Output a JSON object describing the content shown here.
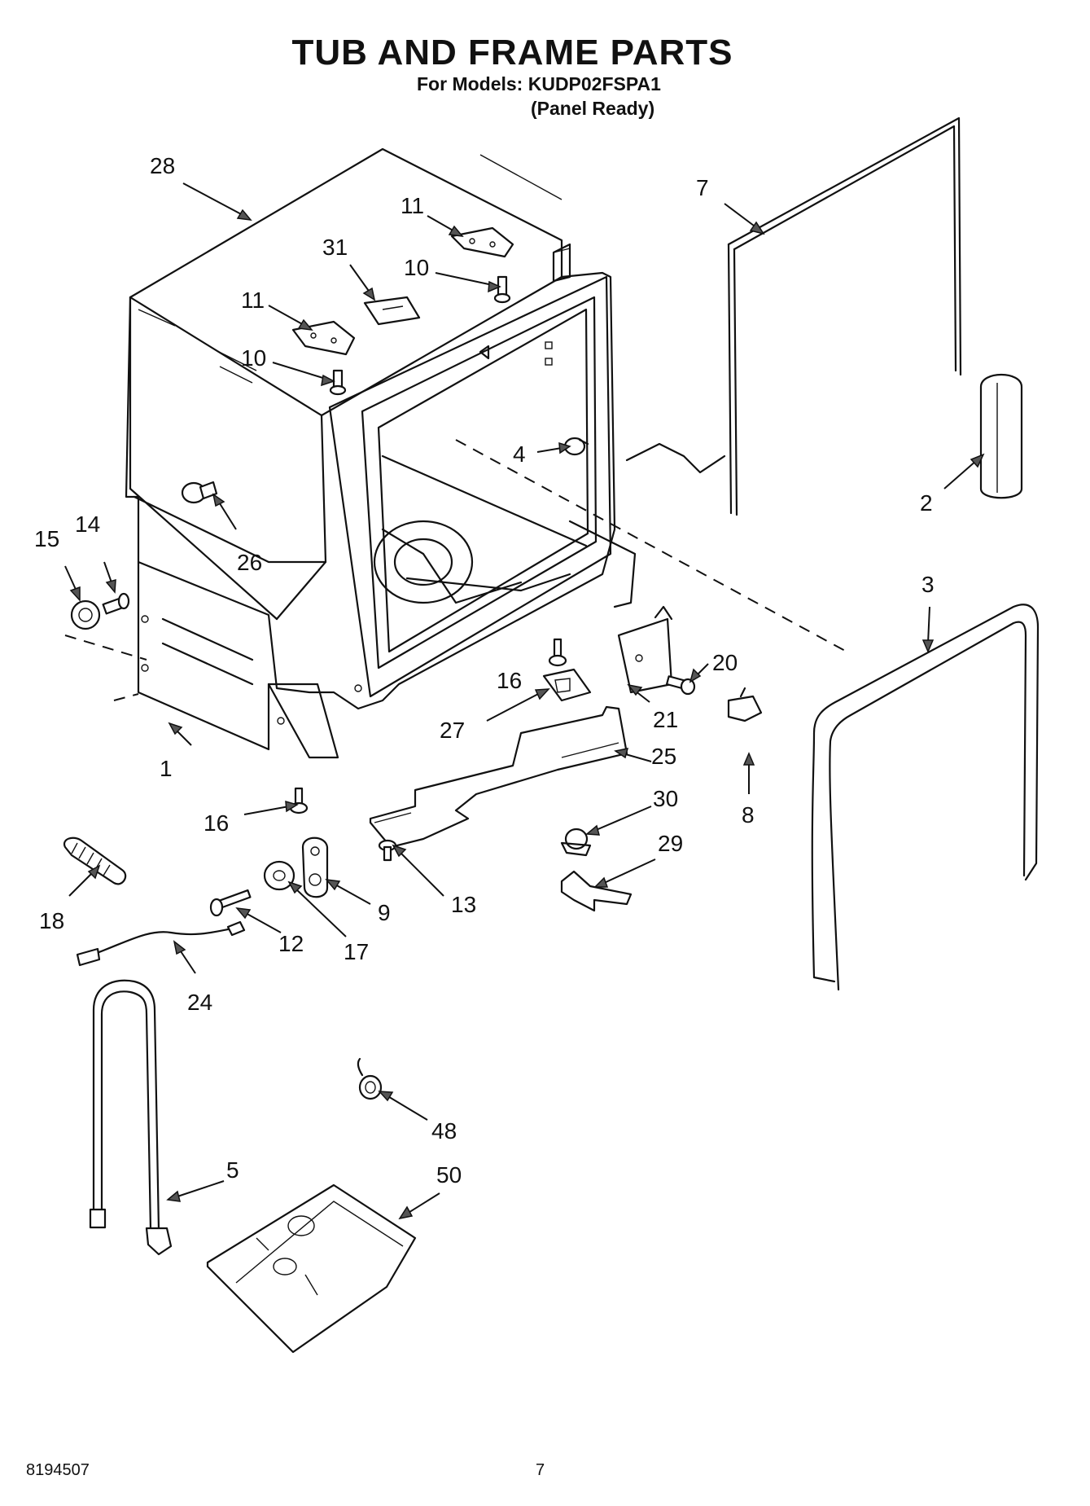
{
  "header": {
    "title": "TUB AND FRAME PARTS",
    "models_line": "For Models: KUDP02FSPA1",
    "variant": "(Panel Ready)"
  },
  "footer": {
    "doc_number": "8194507",
    "page_number": "7"
  },
  "callouts": {
    "c28": "28",
    "c11a": "11",
    "c31": "31",
    "c10a": "10",
    "c11b": "11",
    "c10b": "10",
    "c7": "7",
    "c2": "2",
    "c4": "4",
    "c26": "26",
    "c15": "15",
    "c14": "14",
    "c3": "3",
    "c20": "20",
    "c16a": "16",
    "c21": "21",
    "c27": "27",
    "c25": "25",
    "c1": "1",
    "c8": "8",
    "c30": "30",
    "c16b": "16",
    "c29": "29",
    "c13": "13",
    "c9": "9",
    "c18": "18",
    "c12": "12",
    "c17": "17",
    "c24": "24",
    "c48": "48",
    "c5": "5",
    "c50": "50"
  }
}
